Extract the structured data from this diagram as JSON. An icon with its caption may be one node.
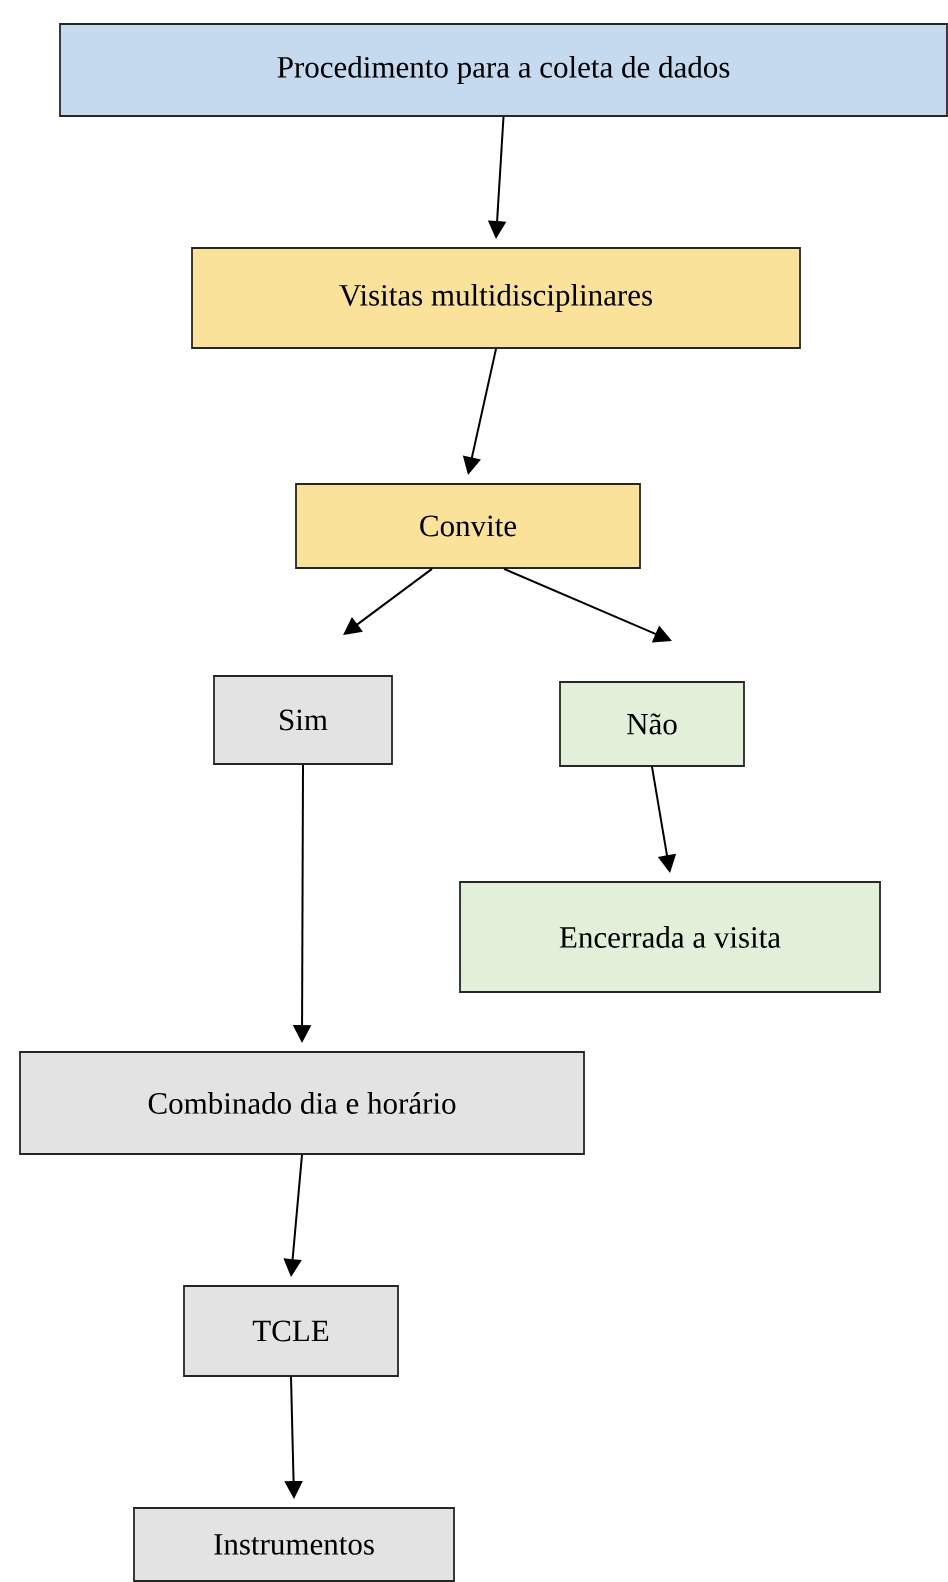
{
  "diagram": {
    "nodes": [
      {
        "text": [
          "Procedimento para a coleta de dados"
        ]
      },
      {
        "text": [
          "Visitas multidisciplinares"
        ]
      },
      {
        "text": [
          "Convite"
        ]
      },
      {
        "text": [
          "Sim"
        ]
      },
      {
        "text": [
          "Não"
        ]
      },
      {
        "text": [
          "Encerrada a visita"
        ]
      },
      {
        "text": [
          "Combinado dia e horário"
        ]
      },
      {
        "text": [
          "TCLE"
        ]
      },
      {
        "text": [
          "Instrumentos"
        ]
      }
    ],
    "edges": [
      {
        "from": 0,
        "to": 1,
        "arrow": "to"
      },
      {
        "from": 1,
        "to": 2,
        "arrow": "to"
      },
      {
        "from": 2,
        "to": 3,
        "arrow": "to"
      },
      {
        "from": 2,
        "to": 4,
        "arrow": "to"
      },
      {
        "from": 4,
        "to": 5,
        "arrow": "to"
      },
      {
        "from": 3,
        "to": 6,
        "arrow": "to"
      },
      {
        "from": 6,
        "to": 7,
        "arrow": "to"
      },
      {
        "from": 7,
        "to": 8,
        "arrow": "to"
      }
    ]
  }
}
